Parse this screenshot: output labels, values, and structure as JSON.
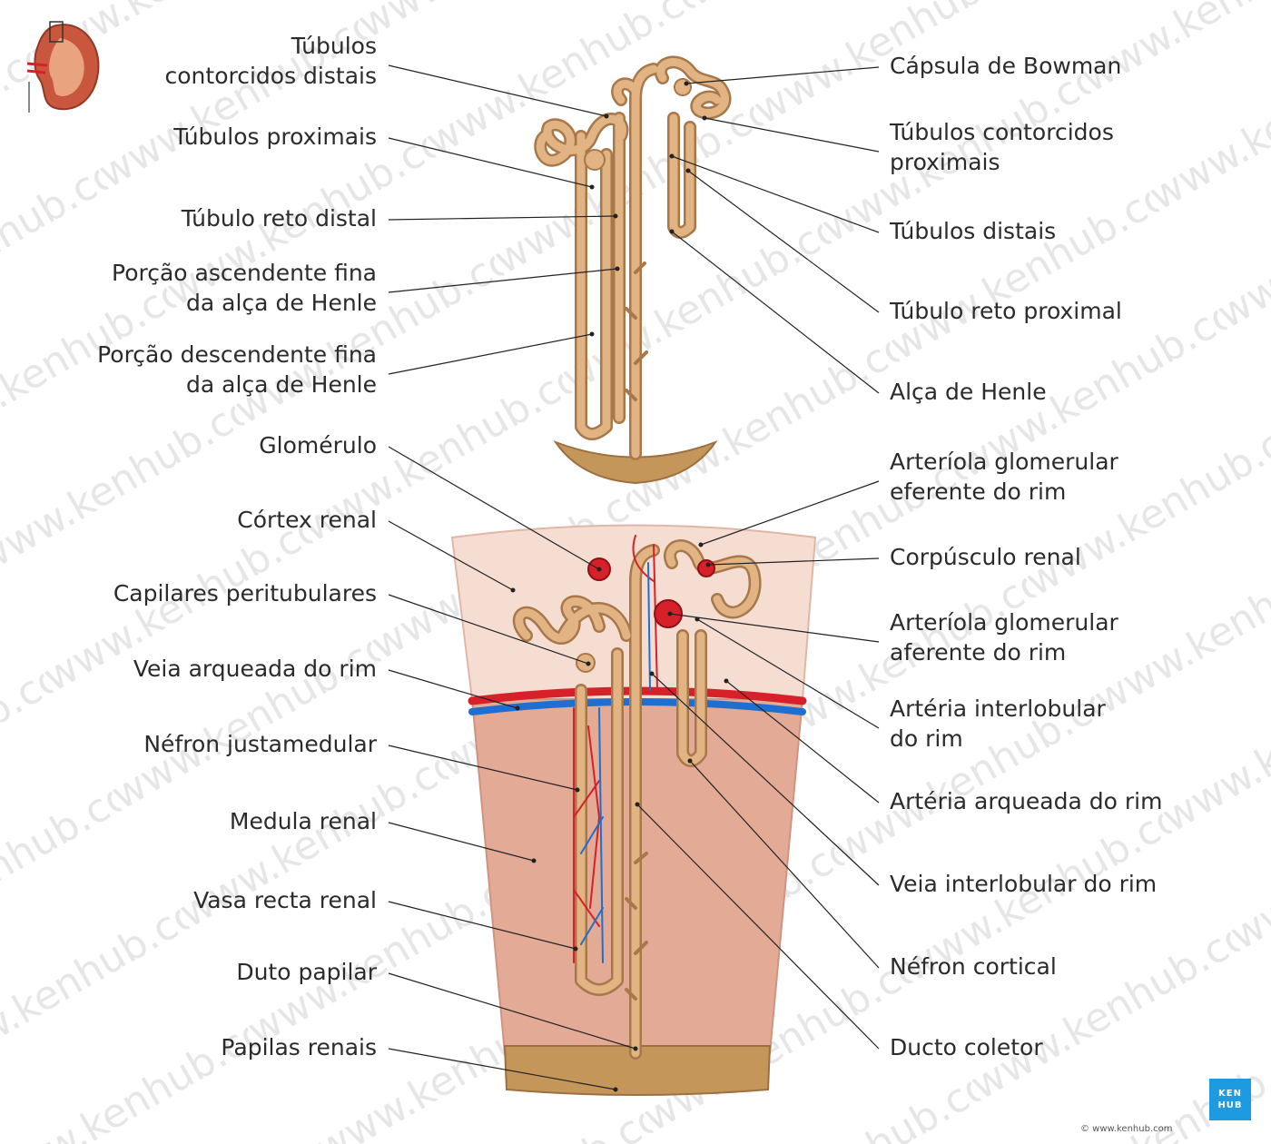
{
  "labels_left": [
    {
      "id": "tubulos-contorcidos-distais",
      "text": "Túbulos\ncontorcidos distais"
    },
    {
      "id": "tubulos-proximais",
      "text": "Túbulos proximais"
    },
    {
      "id": "tubulo-reto-distal",
      "text": "Túbulo reto distal"
    },
    {
      "id": "porcao-ascendente",
      "text": "Porção ascendente fina\nda alça de Henle"
    },
    {
      "id": "porcao-descendente",
      "text": "Porção descendente fina\nda alça de Henle"
    },
    {
      "id": "glomerulo",
      "text": "Glomérulo"
    },
    {
      "id": "cortex-renal",
      "text": "Córtex renal"
    },
    {
      "id": "capilares-peritubulares",
      "text": "Capilares peritubulares"
    },
    {
      "id": "veia-arqueada",
      "text": "Veia arqueada do rim"
    },
    {
      "id": "nefron-justamedular",
      "text": "Néfron justamedular"
    },
    {
      "id": "medula-renal",
      "text": "Medula renal"
    },
    {
      "id": "vasa-recta",
      "text": "Vasa recta renal"
    },
    {
      "id": "duto-papilar",
      "text": "Duto papilar"
    },
    {
      "id": "papilas-renais",
      "text": "Papilas renais"
    }
  ],
  "labels_right": [
    {
      "id": "capsula-bowman",
      "text": "Cápsula de Bowman"
    },
    {
      "id": "tubulos-contorcidos-proximais",
      "text": "Túbulos contorcidos\nproximais"
    },
    {
      "id": "tubulos-distais",
      "text": "Túbulos distais"
    },
    {
      "id": "tubulo-reto-proximal",
      "text": "Túbulo reto proximal"
    },
    {
      "id": "alca-henle",
      "text": "Alça de Henle"
    },
    {
      "id": "arteriola-eferente",
      "text": "Arteríola glomerular\neferente do rim"
    },
    {
      "id": "corpusculo-renal",
      "text": "Corpúsculo renal"
    },
    {
      "id": "arteriola-aferente",
      "text": "Arteríola glomerular\naferente do rim"
    },
    {
      "id": "arteria-interlobular",
      "text": "Artéria interlobular\ndo rim"
    },
    {
      "id": "arteria-arqueada",
      "text": "Artéria arqueada do rim"
    },
    {
      "id": "veia-interlobular",
      "text": "Veia interlobular do rim"
    },
    {
      "id": "nefron-cortical",
      "text": "Néfron cortical"
    },
    {
      "id": "ducto-coletor",
      "text": "Ducto coletor"
    }
  ],
  "watermark": "www.kenhub.com",
  "logo": {
    "line1": "KEN",
    "line2": "HUB"
  },
  "copyright": "© www.kenhub.com",
  "colors": {
    "tubule": "#d9a672",
    "tubule_edge": "#a8784a",
    "cortex": "#f6ddd2",
    "medulla": "#e3aa95",
    "artery": "#d6202a",
    "vein": "#1f6fd1",
    "papilla": "#c4965a",
    "leader": "#222222"
  }
}
